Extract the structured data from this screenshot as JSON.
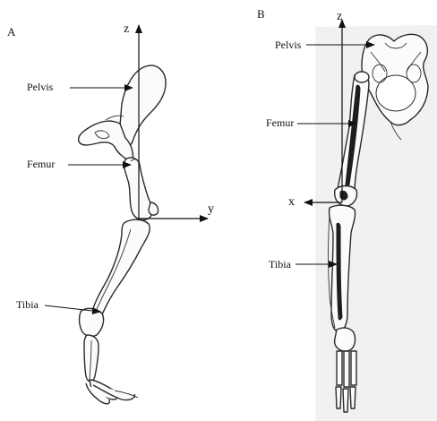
{
  "panels": [
    {
      "letter": "A",
      "axes": {
        "vertical": "z",
        "horizontal": "y"
      },
      "parts": [
        "Pelvis",
        "Femur",
        "Tibia"
      ]
    },
    {
      "letter": "B",
      "axes": {
        "vertical": "z",
        "horizontal": "x"
      },
      "parts": [
        "Pelvis",
        "Femur",
        "Tibia"
      ]
    }
  ],
  "colors": {
    "ink": "#111111",
    "bone_outline": "#2a2a2a",
    "xray_background": "#f1f1f1"
  }
}
